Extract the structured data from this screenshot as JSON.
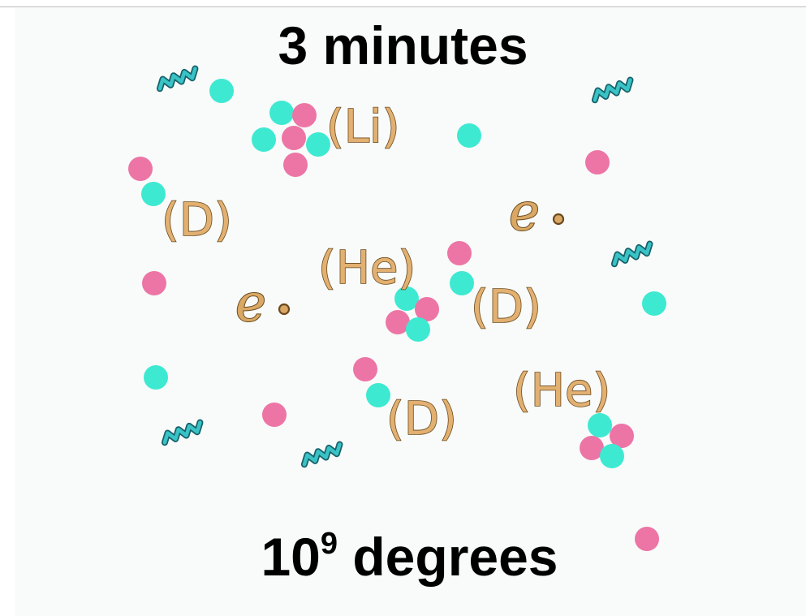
{
  "title": {
    "time": "3 minutes",
    "temperature_base": "10",
    "temperature_exponent": "9",
    "temperature_unit": " degrees"
  },
  "labels": {
    "lithium": "(Li)",
    "deuterium": "(D)",
    "helium": "(He)",
    "electron": "e"
  },
  "colors": {
    "proton": "#ec75a6",
    "neutron": "#3ee9d2",
    "photon": "#39c3c5",
    "nucleus_label": "#e2b071",
    "background": "#f8fbf9"
  },
  "icons": {
    "photon": "wavy-photon-icon",
    "electron": "electron-icon"
  }
}
